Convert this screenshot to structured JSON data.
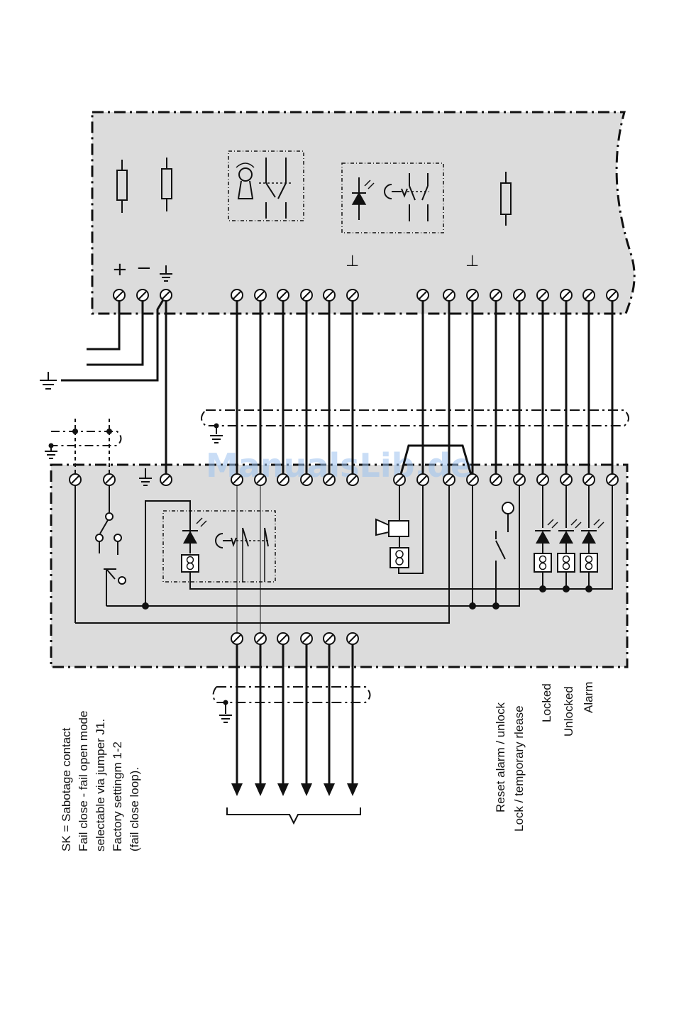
{
  "symbols": {
    "plus": "+",
    "minus": "−",
    "terminal_label_top_1": "⊥",
    "terminal_label_top_2": "⊥"
  },
  "notes": {
    "line1": "SK = Sabotage contact",
    "line2": "Fail close - fail open mode",
    "line3": "selectable via jumper J1.",
    "line4": "Factory settingm 1-2",
    "line5": "(fail close loop)."
  },
  "output_labels": {
    "reset_alarm": "Reset alarm / unlock",
    "lock_release": "Lock / temporary rlease",
    "locked": "Locked",
    "unlocked": "Unlocked",
    "alarm": "Alarm"
  },
  "watermark": "ManualsLib.de",
  "colors": {
    "panel_fill": "#dcdcdc",
    "line": "#111111",
    "watermark": "#9ec3ef"
  }
}
